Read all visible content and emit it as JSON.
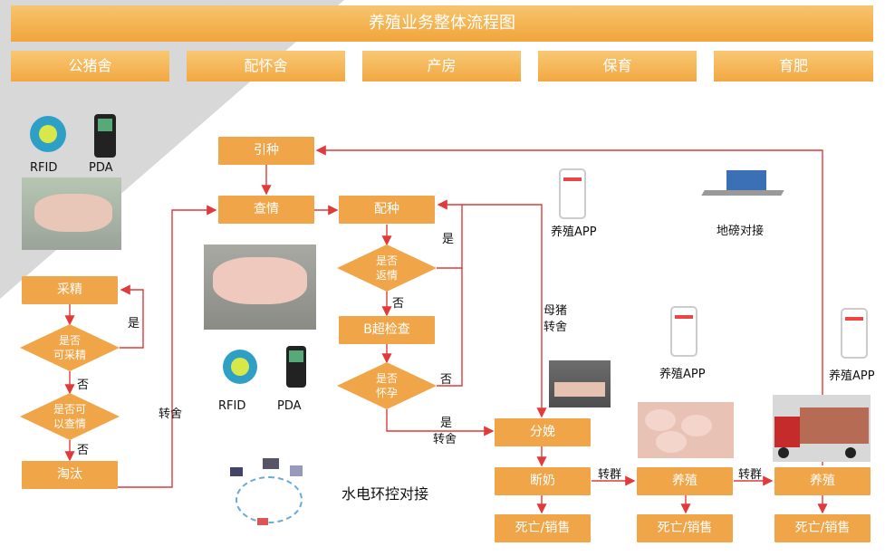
{
  "title": "养殖业务整体流程图",
  "stages": [
    "公猪舍",
    "配怀舍",
    "产房",
    "保育",
    "育肥"
  ],
  "process": {
    "intro": "引种",
    "estrus": "查情",
    "breed": "配种",
    "collect": "采精",
    "cull": "淘汰",
    "bscan": "B超检查",
    "farrow": "分娩",
    "wean": "断奶",
    "raise1": "养殖",
    "raise2": "养殖",
    "sale1": "死亡/销售",
    "sale2": "死亡/销售",
    "sale3": "死亡/销售"
  },
  "decisions": {
    "can_collect": [
      "是否",
      "可采精"
    ],
    "check_estrus": [
      "是否可",
      "以查情"
    ],
    "return_estrus": [
      "是否",
      "返情"
    ],
    "pregnant": [
      "是否",
      "怀孕"
    ]
  },
  "edge_labels": {
    "yes": "是",
    "no": "否",
    "transfer": "转舍",
    "transfer_group": "转群",
    "sow_transfer": [
      "母猪",
      "转舍"
    ]
  },
  "devices": {
    "rfid": "RFID",
    "pda": "PDA",
    "app": "养殖APP",
    "scale": "地磅对接",
    "env": "水电环控对接"
  },
  "colors": {
    "accent": "#f0a648",
    "line": "#e03a3a"
  }
}
